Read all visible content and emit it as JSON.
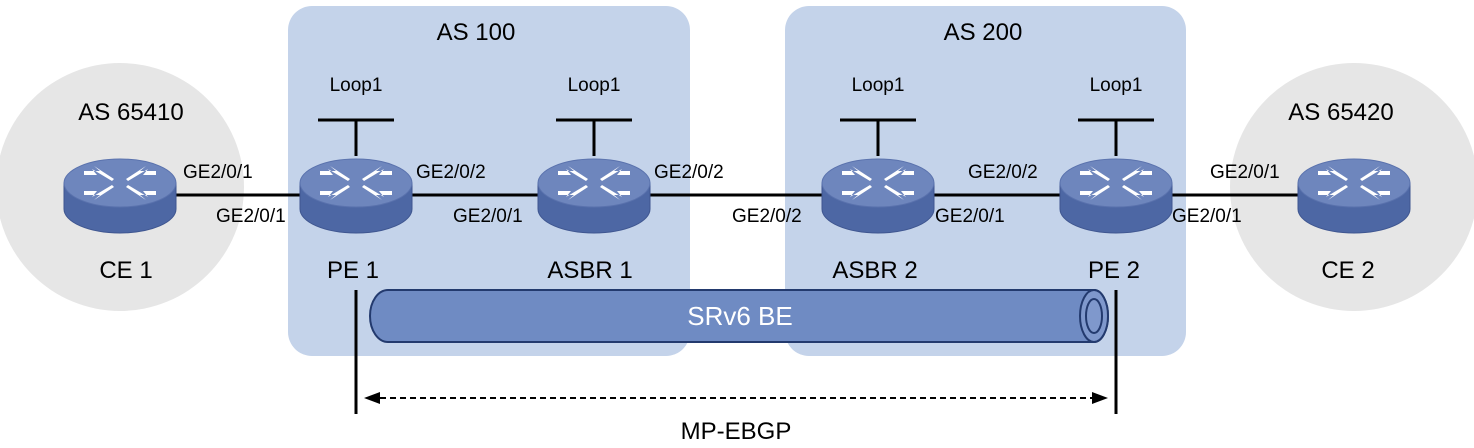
{
  "domains": {
    "as100": "AS 100",
    "as200": "AS 200",
    "as65410": "AS 65410",
    "as65420": "AS 65420"
  },
  "devices": {
    "ce1": "CE 1",
    "pe1": "PE 1",
    "asbr1": "ASBR 1",
    "asbr2": "ASBR 2",
    "pe2": "PE 2",
    "ce2": "CE 2"
  },
  "loopbacks": {
    "pe1": "Loop1",
    "asbr1": "Loop1",
    "asbr2": "Loop1",
    "pe2": "Loop1"
  },
  "interfaces": {
    "ce1_pe1": "GE2/0/1",
    "pe1_ce1": "GE2/0/1",
    "pe1_asbr1": "GE2/0/2",
    "asbr1_pe1": "GE2/0/1",
    "asbr1_asbr2": "GE2/0/2",
    "asbr2_asbr1": "GE2/0/2",
    "asbr2_pe2": "GE2/0/1",
    "pe2_asbr2": "GE2/0/2",
    "pe2_ce2": "GE2/0/1",
    "ce2_pe2": "GE2/0/1"
  },
  "tunnel": {
    "label": "SRv6 BE"
  },
  "session": {
    "label": "MP-EBGP"
  },
  "colors": {
    "as_region": "#c4d3ea",
    "customer_region": "#e6e6e6",
    "router_top": "#6e86bd",
    "router_side": "#4d67a4",
    "tunnel": "#6f8bc3",
    "line": "#000000"
  },
  "icons": {
    "router": "router-icon"
  }
}
